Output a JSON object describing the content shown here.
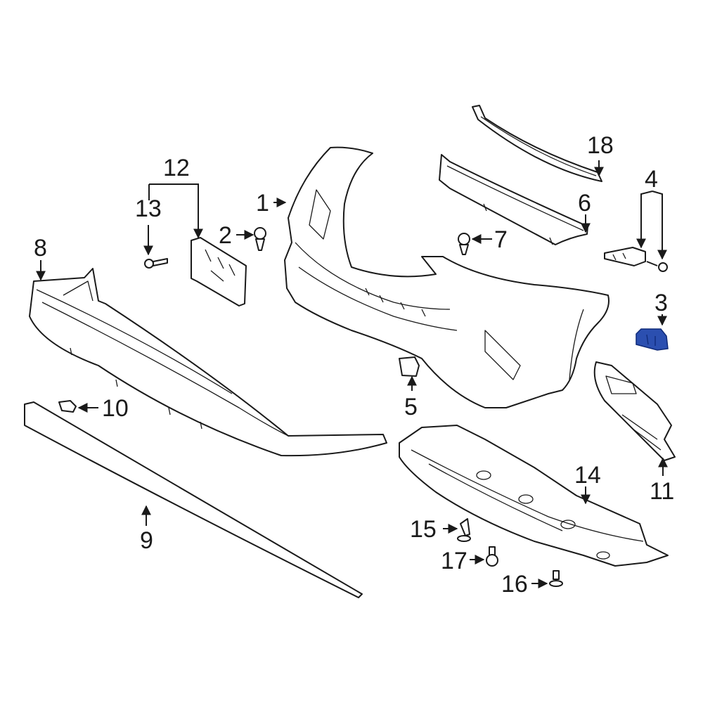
{
  "colors": {
    "line": "#1a1a1a",
    "background": "#ffffff",
    "highlight_part": "#2b4fb0"
  },
  "callouts": {
    "c1": "1",
    "c2": "2",
    "c3": "3",
    "c4": "4",
    "c5": "5",
    "c6": "6",
    "c7": "7",
    "c8": "8",
    "c9": "9",
    "c10": "10",
    "c11": "11",
    "c12": "12",
    "c13": "13",
    "c14": "14",
    "c15": "15",
    "c16": "16",
    "c17": "17",
    "c18": "18"
  },
  "highlighted_callout": "3"
}
